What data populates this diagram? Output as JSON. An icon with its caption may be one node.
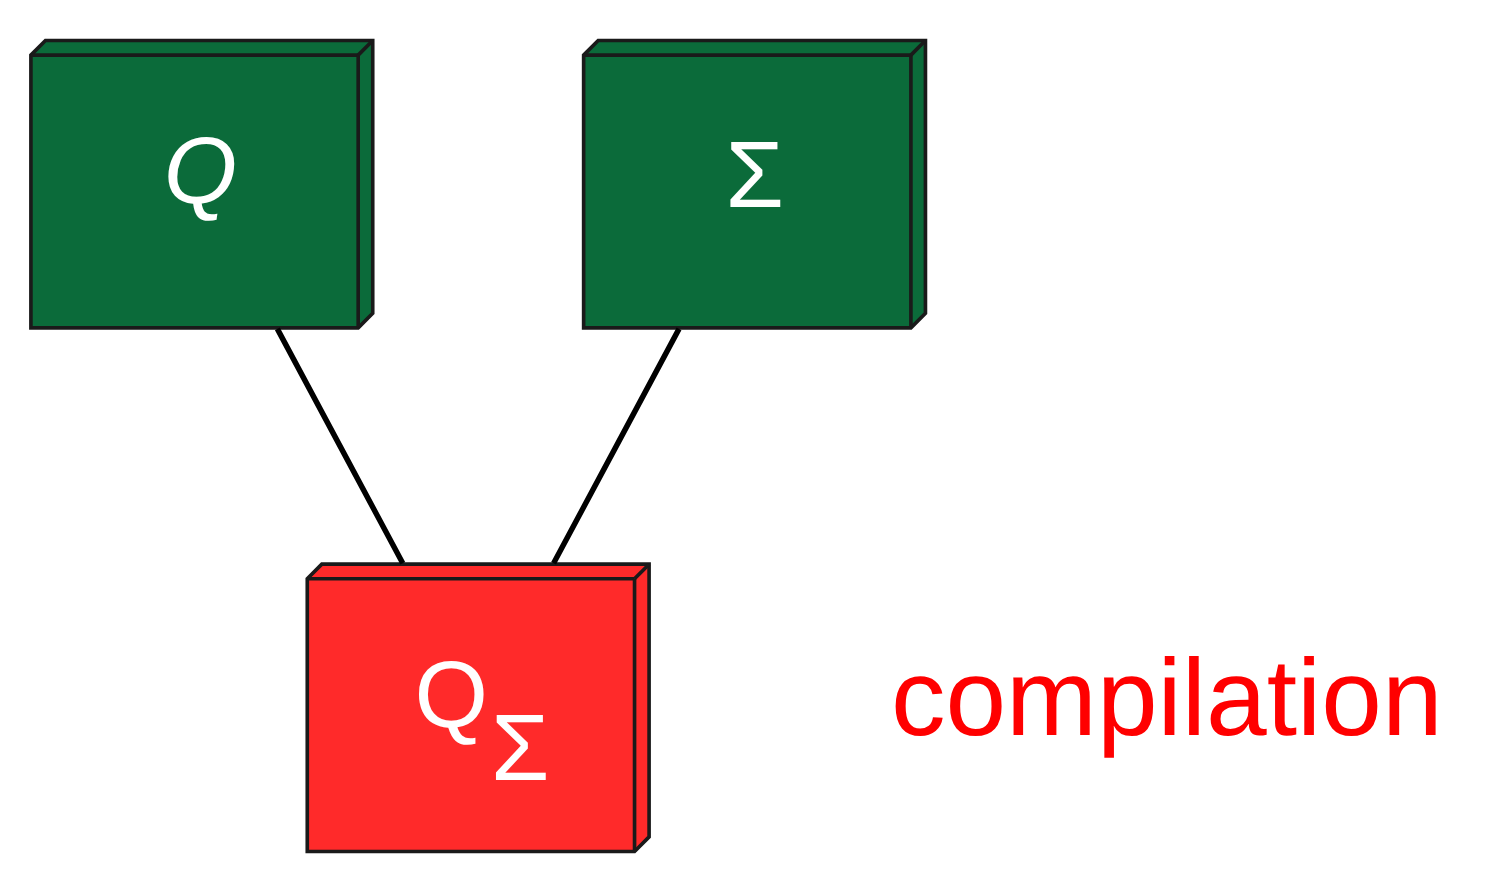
{
  "diagram": {
    "nodes": [
      {
        "text": [
          "Q"
        ]
      },
      {
        "text": [
          "Σ"
        ]
      },
      {
        "text": [
          "Q$_{Σ}$"
        ]
      }
    ],
    "edges": [
      {
        "from": 0,
        "to": 2,
        "arrow": "none"
      },
      {
        "from": 1,
        "to": 2,
        "arrow": "none"
      }
    ],
    "labels": [
      "compilation"
    ]
  }
}
